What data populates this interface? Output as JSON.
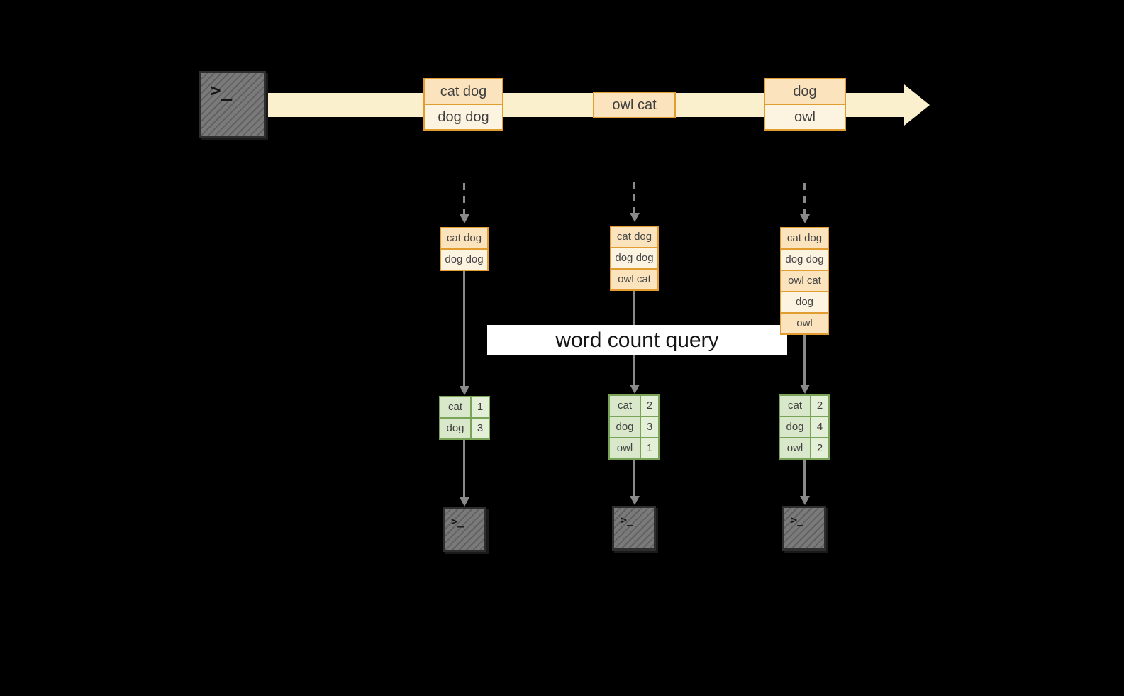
{
  "banner": {
    "label": "word count query"
  },
  "icons": {
    "prompt_glyph": ">_"
  },
  "stream": {
    "events": [
      {
        "rows": [
          "cat dog",
          "dog dog"
        ]
      },
      {
        "rows": [
          "owl cat"
        ]
      },
      {
        "rows": [
          "dog",
          "owl"
        ]
      }
    ]
  },
  "windows": [
    {
      "rows": [
        "cat dog",
        "dog dog"
      ]
    },
    {
      "rows": [
        "cat dog",
        "dog dog",
        "owl cat"
      ]
    },
    {
      "rows": [
        "cat dog",
        "dog dog",
        "owl cat",
        "dog",
        "owl"
      ]
    }
  ],
  "counts": [
    {
      "rows": [
        {
          "word": "cat",
          "count": "1"
        },
        {
          "word": "dog",
          "count": "3"
        }
      ]
    },
    {
      "rows": [
        {
          "word": "cat",
          "count": "2"
        },
        {
          "word": "dog",
          "count": "3"
        },
        {
          "word": "owl",
          "count": "1"
        }
      ]
    },
    {
      "rows": [
        {
          "word": "cat",
          "count": "2"
        },
        {
          "word": "dog",
          "count": "4"
        },
        {
          "word": "owl",
          "count": "2"
        }
      ]
    }
  ],
  "colors": {
    "background": "#000000",
    "stream_band": "#faf0cd",
    "event_border": "#e29d32",
    "event_fill_dark": "#fbe4bd",
    "event_fill_light": "#fdf3e1",
    "table_border": "#79a457",
    "table_fill": "#d9e8ca",
    "arrow": "#8a8a8a",
    "terminal_fill": "#6b6b6b",
    "banner_background": "#ffffff"
  }
}
